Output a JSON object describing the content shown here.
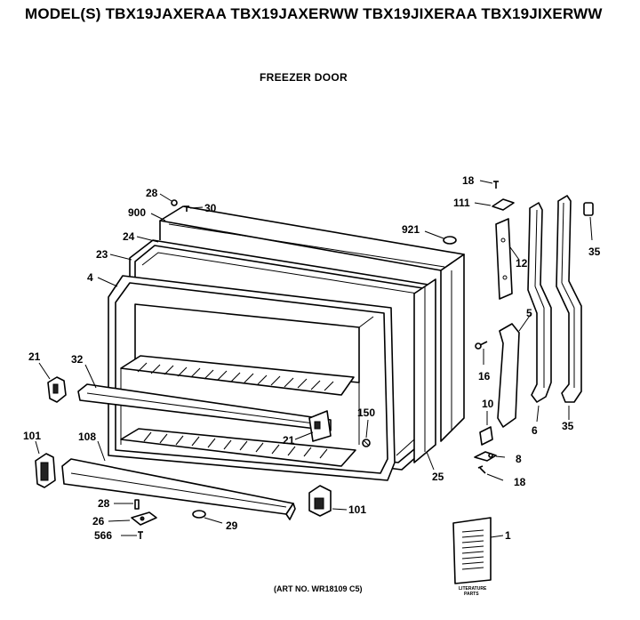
{
  "header": {
    "model_line": "MODEL(S) TBX19JAXERAA TBX19JAXERWW TBX19JIXERAA TBX19JIXERWW",
    "title": "FREEZER DOOR",
    "art_number": "(ART NO. WR18109 C5)"
  },
  "literature": {
    "caption_line1": "LITERATURE",
    "caption_line2": "PARTS"
  },
  "callouts": {
    "c28_top": "28",
    "c30": "30",
    "c900": "900",
    "c24": "24",
    "c23": "23",
    "c4": "4",
    "c921": "921",
    "c18_top": "18",
    "c111": "111",
    "c12": "12",
    "c35_top": "35",
    "c5": "5",
    "c16": "16",
    "c21_left": "21",
    "c32": "32",
    "c150": "150",
    "c21_mid": "21",
    "c10": "10",
    "c6": "6",
    "c35_bottom": "35",
    "c101_left": "101",
    "c108": "108",
    "c25": "25",
    "c8": "8",
    "c18_bottom": "18",
    "c101_right": "101",
    "c28_bottom": "28",
    "c26": "26",
    "c566": "566",
    "c29": "29",
    "c1": "1"
  }
}
